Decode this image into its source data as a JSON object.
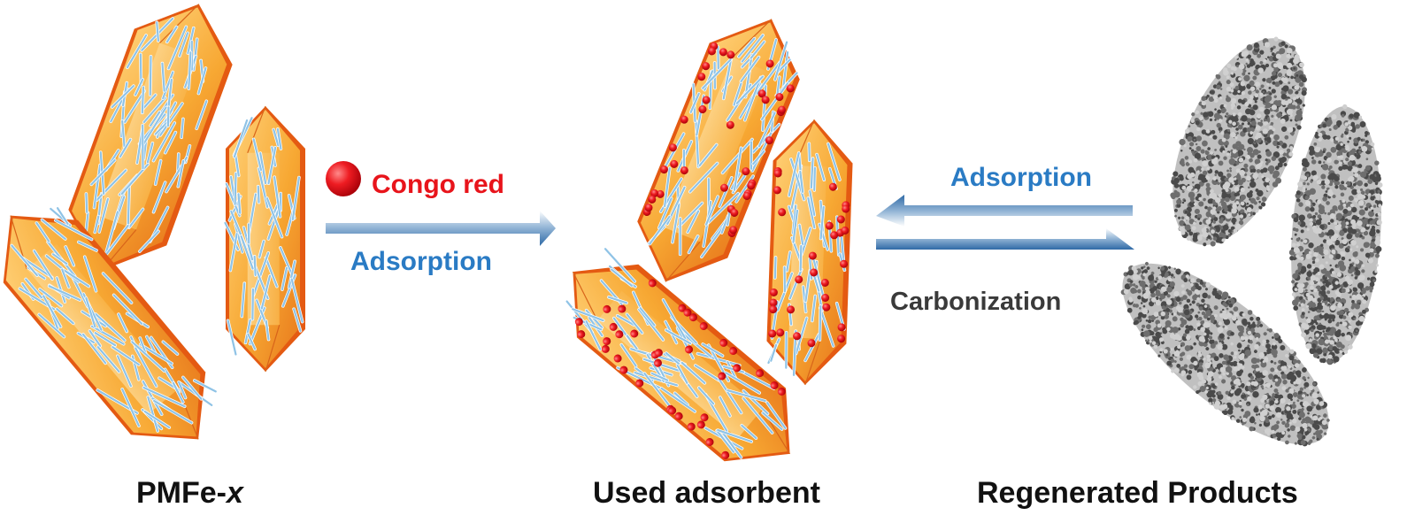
{
  "labels": {
    "congo_red": "Congo red",
    "adsorption_left": "Adsorption",
    "adsorption_right": "Adsorption",
    "carbonization": "Carbonization",
    "material_a": "PMFe-",
    "material_a_var": "x",
    "material_b": "Used adsorbent",
    "material_c": "Regenerated Products"
  },
  "colors": {
    "crystal_light": "#fbc35c",
    "crystal_mid": "#f5a12e",
    "crystal_dark": "#e45a12",
    "rod": "#8fc3e6",
    "dye": "#e8141b",
    "arrow_blue": "#2f6aa6",
    "text_red": "#e8141b",
    "text_blue": "#2a7bc4",
    "text_dark": "#3a3a3a",
    "carbon": "#5a5a5a"
  }
}
